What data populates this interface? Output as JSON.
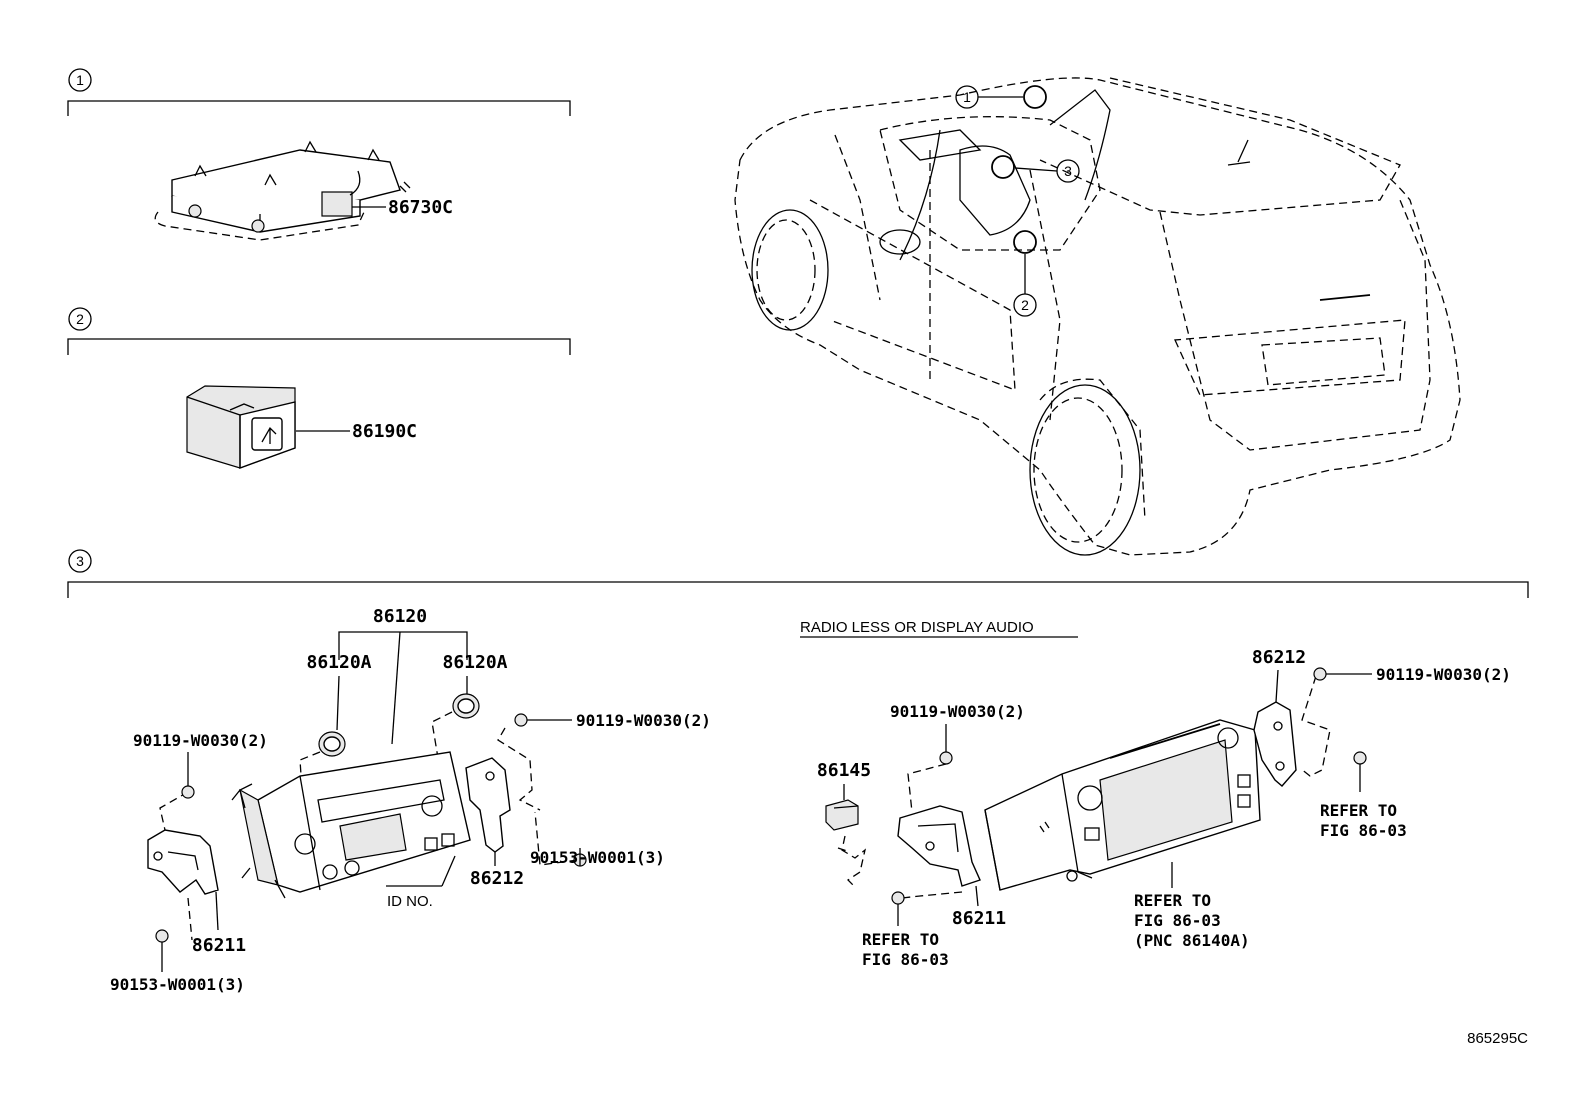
{
  "sections": {
    "s1": {
      "num": "1",
      "part": "86730C"
    },
    "s2": {
      "num": "2",
      "part": "86190C"
    },
    "s3": {
      "num": "3"
    }
  },
  "car_callouts": {
    "c1": "1",
    "c2": "2",
    "c3": "3"
  },
  "left_group": {
    "assembly": "86120",
    "knob_left": "86120A",
    "knob_right": "86120A",
    "screw_left_top": "90119-W0030(2)",
    "screw_right_top": "90119-W0030(2)",
    "bolt_right": "90153-W0001(3)",
    "bolt_left_bottom": "90153-W0001(3)",
    "bracket_left": "86211",
    "bracket_right": "86212",
    "id_no": "ID NO."
  },
  "right_group": {
    "heading": "RADIO LESS OR DISPLAY AUDIO",
    "bracket_right": "86212",
    "screw_right": "90119-W0030(2)",
    "screw_left": "90119-W0030(2)",
    "connector": "86145",
    "bracket_left": "86211",
    "refer_right_1": "REFER TO",
    "refer_right_2": "FIG 86-03",
    "refer_center_1": "REFER TO",
    "refer_center_2": "FIG 86-03",
    "refer_center_3": "(PNC 86140A)",
    "refer_left_1": "REFER TO",
    "refer_left_2": "FIG 86-03"
  },
  "figure_id": "865295C"
}
